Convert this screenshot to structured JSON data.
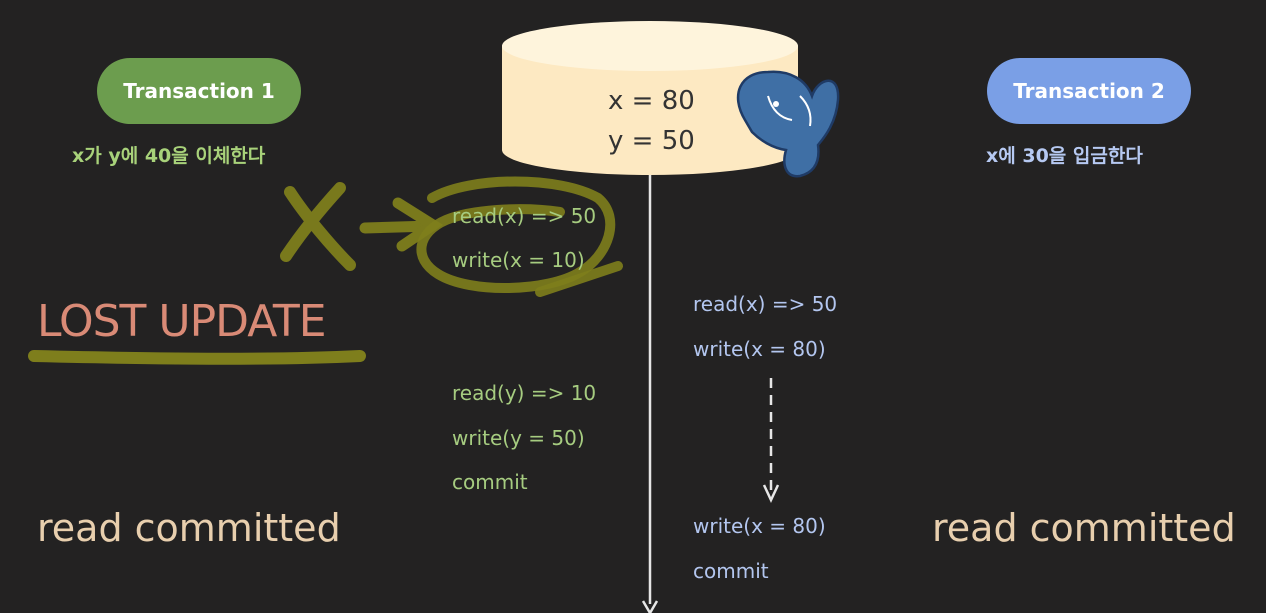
{
  "transaction1": {
    "label": "Transaction 1",
    "description": "x가 y에 40을 이체한다",
    "operations": [
      "read(x) => 50",
      "write(x = 10)",
      "read(y) => 10",
      "write(y = 50)",
      "commit"
    ]
  },
  "transaction2": {
    "label": "Transaction 2",
    "description": "x에 30을 입금한다",
    "operations": [
      "read(x) => 50",
      "write(x = 80)",
      "write(x = 80)",
      "commit"
    ]
  },
  "database": {
    "x": "x = 80",
    "y": "y = 50"
  },
  "annotation": {
    "title": "LOST UPDATE"
  },
  "isolation": {
    "left": "read committed",
    "right": "read committed"
  },
  "colors": {
    "background": "#232222",
    "t1_accent": "#6c9d4e",
    "t2_accent": "#7a9fe6",
    "db_fill": "#fde9c2",
    "highlighter": "#7e7e1c",
    "lost_update": "#d98a76",
    "isolation_text": "#e8cfae"
  },
  "icons": {
    "db": "postgresql-elephant-icon"
  }
}
